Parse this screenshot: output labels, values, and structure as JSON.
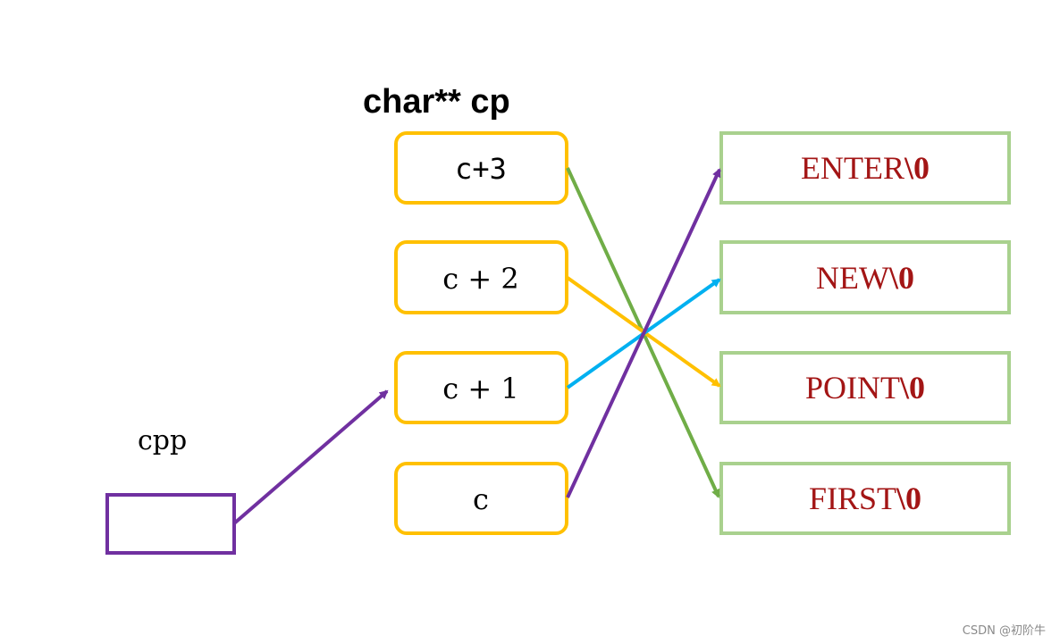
{
  "title": "char** cp",
  "cpp_label": "cpp",
  "cp_cells": [
    {
      "label": "c+3",
      "points_to": "FIRST\\0"
    },
    {
      "label": "c + 2",
      "points_to": "POINT\\0"
    },
    {
      "label": "c + 1",
      "points_to": "NEW\\0"
    },
    {
      "label": "c",
      "points_to": "ENTER\\0"
    }
  ],
  "strings": [
    {
      "text": "ENTER",
      "terminator": "\\0"
    },
    {
      "text": "NEW",
      "terminator": "\\0"
    },
    {
      "text": "POINT",
      "terminator": "\\0"
    },
    {
      "text": "FIRST",
      "terminator": "\\0"
    }
  ],
  "cpp_points_to": "c + 1",
  "watermark": "CSDN @初阶牛",
  "colors": {
    "cpp_box": "#7030a0",
    "cp_box": "#ffc000",
    "str_box": "#a9d18e",
    "str_text": "#a31515",
    "arrow_c3": "#70ad47",
    "arrow_c2": "#ffc000",
    "arrow_c1": "#00b0f0",
    "arrow_c": "#7030a0",
    "arrow_cpp": "#7030a0"
  }
}
